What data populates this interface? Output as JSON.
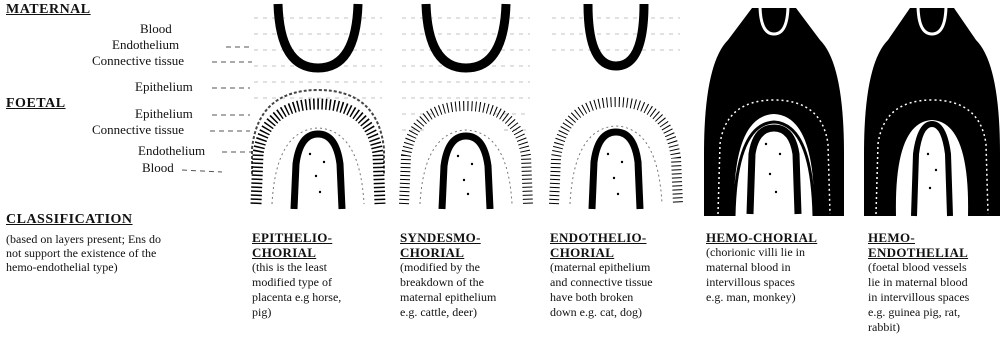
{
  "labels": {
    "maternal_heading": "MATERNAL",
    "maternal_layers": [
      "Blood",
      "Endothelium",
      "Connective tissue",
      "Epithelium"
    ],
    "foetal_heading": "FOETAL",
    "foetal_layers": [
      "Epithelium",
      "Connective tissue",
      "Endothelium",
      "Blood"
    ]
  },
  "classification": {
    "heading": "CLASSIFICATION",
    "note_lines": [
      "(based on layers present; Ens do",
      "not support the existence of the",
      "hemo-endothelial type)"
    ]
  },
  "types": [
    {
      "title_lines": [
        "EPITHELIO-",
        "CHORIAL"
      ],
      "desc_lines": [
        "(this is the least",
        "modified type of",
        "placenta e.g horse,",
        "pig)"
      ]
    },
    {
      "title_lines": [
        "SYNDESMO-",
        "CHORIAL"
      ],
      "desc_lines": [
        "(modified by the",
        "breakdown of the",
        "maternal epithelium",
        "e.g. cattle, deer)"
      ]
    },
    {
      "title_lines": [
        "ENDOTHELIO-",
        "CHORIAL"
      ],
      "desc_lines": [
        "(maternal epithelium",
        "and connective tissue",
        "have both broken",
        "down e.g. cat, dog)"
      ]
    },
    {
      "title_lines": [
        "HEMO-CHORIAL"
      ],
      "desc_lines": [
        "(chorionic villi lie in",
        "maternal blood in",
        "intervillous spaces",
        "e.g. man, monkey)"
      ]
    },
    {
      "title_lines": [
        "HEMO-",
        "ENDOTHELIAL"
      ],
      "desc_lines": [
        "(foetal blood vessels",
        "lie in maternal blood",
        "in intervillous spaces",
        "e.g. guinea pig, rat,",
        "rabbit)"
      ]
    }
  ]
}
